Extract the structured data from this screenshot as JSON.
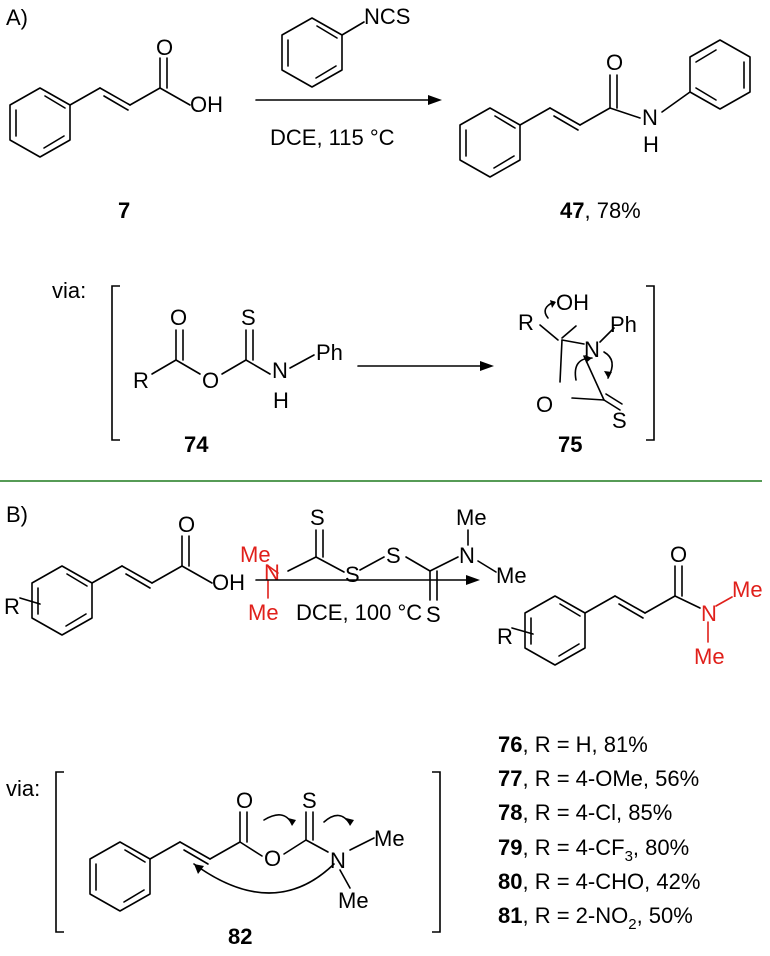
{
  "panel_a": {
    "label": "A)",
    "reagent_group": "NCS",
    "conditions": "DCE, 115 °C",
    "oh_label": "OH",
    "o_label": "O",
    "nh_n": "N",
    "nh_h": "H",
    "compound_start": "7",
    "compound_product": "47",
    "product_yield": ", 78%",
    "via": "via:",
    "int1_o1": "O",
    "int1_s": "S",
    "int1_r": "R",
    "int1_o2": "O",
    "int1_n": "N",
    "int1_h": "H",
    "int1_ph": "Ph",
    "int1_id": "74",
    "int2_r": "R",
    "int2_oh": "OH",
    "int2_n": "N",
    "int2_ph": "Ph",
    "int2_o": "O",
    "int2_s": "S",
    "int2_id": "75"
  },
  "panel_b": {
    "label": "B)",
    "reagent_me_top": "Me",
    "reagent_me_left": "Me",
    "reagent_n_left": "N",
    "reagent_me_left_down": "Me",
    "reagent_s_top": "S",
    "reagent_s1": "S",
    "reagent_s2": "S",
    "reagent_n_right": "N",
    "reagent_me_right": "Me",
    "reagent_s_bottom": "S",
    "start_r": "R",
    "start_o": "O",
    "start_oh": "OH",
    "conditions": "DCE, 100 °C",
    "prod_r": "R",
    "prod_o": "O",
    "prod_n": "N",
    "prod_me1": "Me",
    "prod_me2": "Me",
    "via": "via:",
    "int_o1": "O",
    "int_s": "S",
    "int_o2": "O",
    "int_n": "N",
    "int_me1": "Me",
    "int_me2": "Me",
    "int_id": "82",
    "results": [
      {
        "id": "76",
        "text": ", R = H, 81%"
      },
      {
        "id": "77",
        "text": ", R = 4-OMe, 56%"
      },
      {
        "id": "78",
        "text": ", R = 4-Cl, 85%"
      },
      {
        "id": "79",
        "text": ", R = 4-CF",
        "sub": "3",
        "tail": ", 80%"
      },
      {
        "id": "80",
        "text": ", R = 4-CHO, 42%"
      },
      {
        "id": "81",
        "text": ", R = 2-NO",
        "sub": "2",
        "tail": ", 50%"
      }
    ]
  },
  "colors": {
    "divider": "#1e7a1e",
    "highlight": "#e0201b"
  }
}
